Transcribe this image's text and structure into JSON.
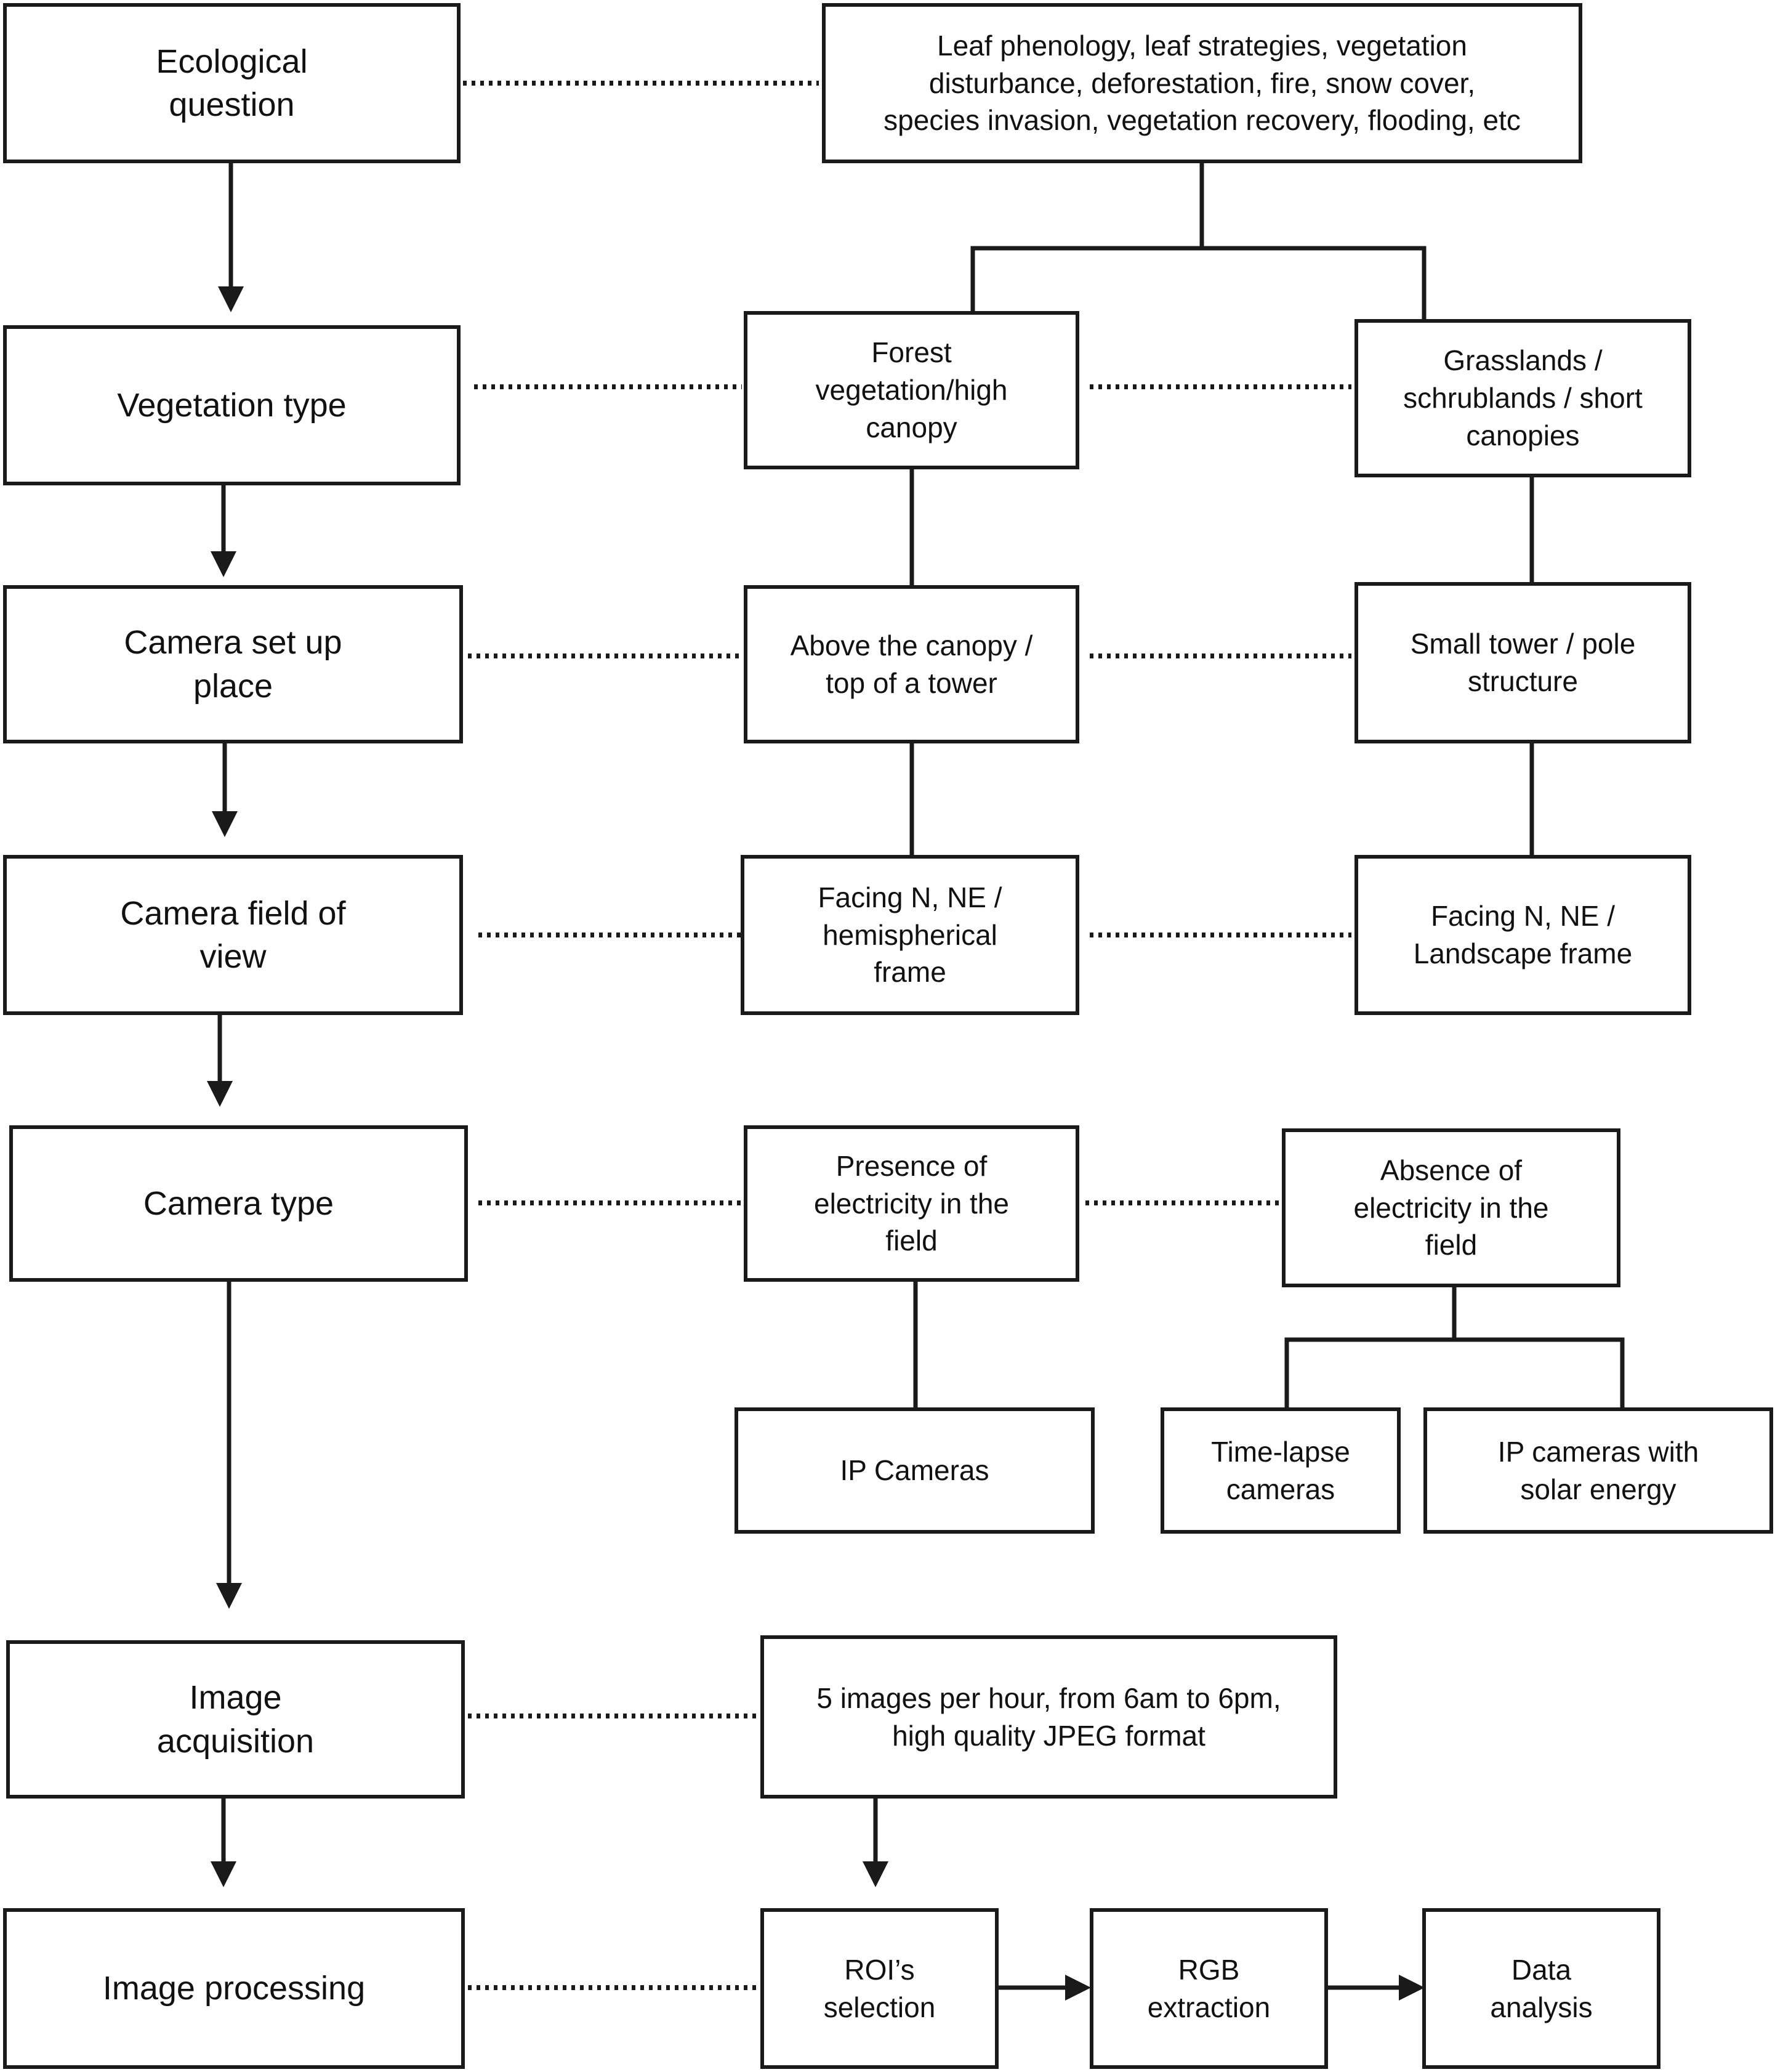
{
  "steps": {
    "ecological_question": "Ecological\nquestion",
    "vegetation_type": "Vegetation type",
    "camera_set_up_place": "Camera set up\nplace",
    "camera_field_of_view": "Camera field of\nview",
    "camera_type": "Camera type",
    "image_acquisition": "Image\nacquisition",
    "image_processing": "Image processing"
  },
  "options": {
    "ecological_examples": "Leaf phenology, leaf strategies, vegetation\ndisturbance, deforestation, fire, snow cover,\nspecies invasion, vegetation recovery, flooding, etc",
    "forest_vegetation": "Forest\nvegetation/high\ncanopy",
    "grasslands": "Grasslands /\nschrublands / short\ncanopies",
    "above_canopy": "Above the canopy /\ntop of a tower",
    "small_tower": "Small tower / pole\nstructure",
    "facing_hemispherical": "Facing N, NE /\nhemispherical\nframe",
    "facing_landscape": "Facing N, NE /\nLandscape frame",
    "presence_electricity": "Presence of\nelectricity in the\nfield",
    "absence_electricity": "Absence of\nelectricity in the\nfield",
    "ip_cameras": "IP Cameras",
    "time_lapse_cameras": "Time-lapse\ncameras",
    "ip_cameras_solar": "IP cameras with\nsolar energy",
    "image_settings": "5 images per hour, from 6am to 6pm,\nhigh quality JPEG format",
    "roi_selection": "ROI’s\nselection",
    "rgb_extraction": "RGB\nextraction",
    "data_analysis": "Data\nanalysis"
  }
}
